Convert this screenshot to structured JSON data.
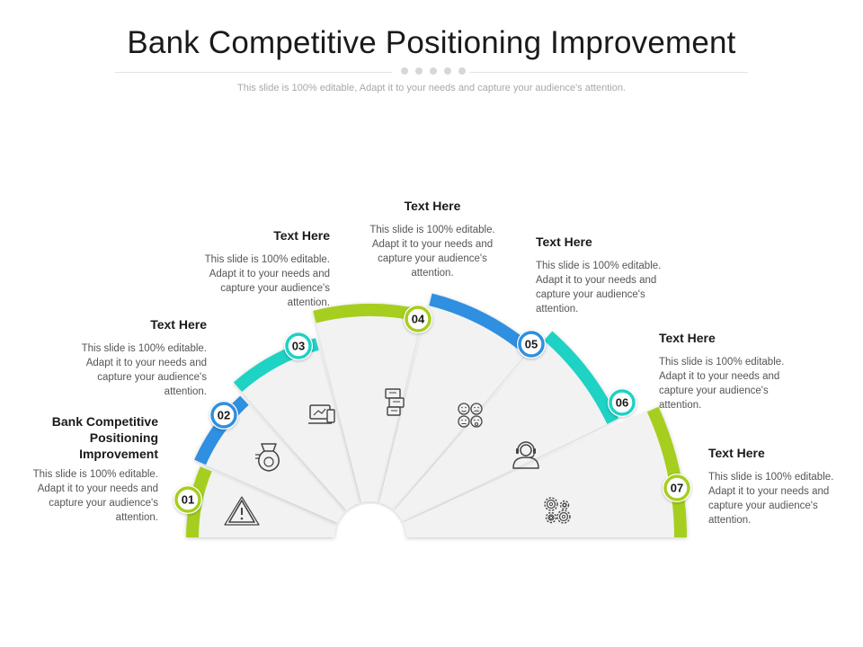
{
  "header": {
    "title": "Bank Competitive Positioning Improvement",
    "subtitle": "This slide is 100% editable, Adapt it to your needs and capture your audience's attention."
  },
  "steps": [
    {
      "number": "01",
      "heading": "Bank Competitive Positioning Improvement",
      "body": "This slide is 100% editable. Adapt it to your needs and capture your audience's attention.",
      "color": "#a6ce1f",
      "icon": "warning-icon"
    },
    {
      "number": "02",
      "heading": "Text Here",
      "body": "This slide is 100% editable. Adapt it to your needs and capture your audience's attention.",
      "color": "#2f8fe0",
      "icon": "money-bag-icon"
    },
    {
      "number": "03",
      "heading": "Text Here",
      "body": "This slide is 100% editable. Adapt it to your needs and capture your audience's attention.",
      "color": "#1ed2c4",
      "icon": "devices-icon"
    },
    {
      "number": "04",
      "heading": "Text Here",
      "body": "This slide is 100% editable. Adapt it to your needs and capture your audience's attention.",
      "color": "#a6ce1f",
      "icon": "document-stack-icon"
    },
    {
      "number": "05",
      "heading": "Text Here",
      "body": "This slide is 100% editable. Adapt it to your needs and capture your audience's attention.",
      "color": "#2f8fe0",
      "icon": "emotions-icon"
    },
    {
      "number": "06",
      "heading": "Text Here",
      "body": "This slide is 100% editable. Adapt it to your needs and capture your audience's attention.",
      "color": "#1ed2c4",
      "icon": "support-agent-icon"
    },
    {
      "number": "07",
      "heading": "Text Here",
      "body": "This slide is 100% editable. Adapt it to your needs and capture your audience's attention.",
      "color": "#a6ce1f",
      "icon": "gears-icon"
    }
  ]
}
